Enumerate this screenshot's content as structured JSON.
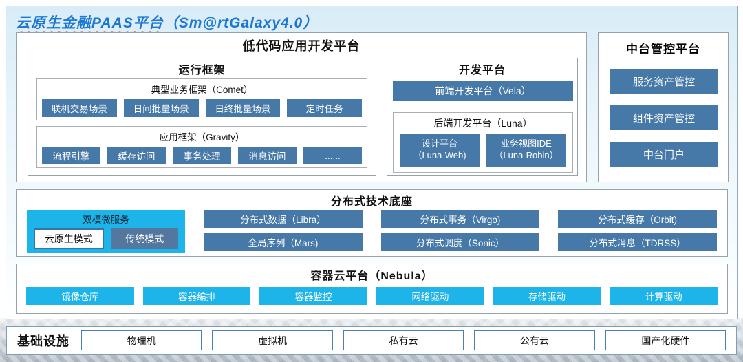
{
  "title": {
    "main": "云原生金融PAAS平台",
    "suffix": "（Sm@rtGalaxy4.0）"
  },
  "low_code": {
    "title": "低代码应用开发平台",
    "runtime": {
      "title": "运行框架",
      "comet": {
        "title": "典型业务框架（Comet）",
        "items": [
          "联机交易场景",
          "日间批量场景",
          "日终批量场景",
          "定时任务"
        ]
      },
      "gravity": {
        "title": "应用框架（Gravity）",
        "items": [
          "流程引擎",
          "缓存访问",
          "事务处理",
          "消息访问",
          "......"
        ]
      }
    },
    "dev": {
      "title": "开发平台",
      "frontend": "前端开发平台（Vela）",
      "backend": {
        "title": "后端开发平台（Luna）",
        "items": [
          {
            "line1": "设计平台",
            "line2": "（Luna-Web)"
          },
          {
            "line1": "业务视图IDE",
            "line2": "（Luna-Robin）"
          }
        ]
      }
    }
  },
  "mid_platform": {
    "title": "中台管控平台",
    "items": [
      "服务资产管控",
      "组件资产管控",
      "中台门户"
    ]
  },
  "distributed_base": {
    "title": "分布式技术底座",
    "dual_mode": {
      "title": "双模微服务",
      "modes": [
        "云原生模式",
        "传统模式"
      ]
    },
    "row1": [
      "分布式数据（Libra）",
      "分布式事务（Virgo)",
      "分布式缓存（Orbit)"
    ],
    "row2": [
      "全局序列（Mars)",
      "分布式调度（Sonic）",
      "分布式消息（TDRSS）"
    ]
  },
  "container_platform": {
    "title": "容器云平台（Nebula）",
    "items": [
      "镜像仓库",
      "容器编排",
      "容器监控",
      "网络驱动",
      "存储驱动",
      "计算驱动"
    ]
  },
  "infrastructure": {
    "title": "基础设施",
    "items": [
      "物理机",
      "虚拟机",
      "私有云",
      "公有云",
      "国产化硬件"
    ]
  },
  "colors": {
    "block_blue": "#4678a8",
    "cyan": "#1db4ea",
    "legacy_mode_blue": "#54779f",
    "title_blue": "#1b76d4",
    "squiggle_red": "#e23a2e"
  }
}
